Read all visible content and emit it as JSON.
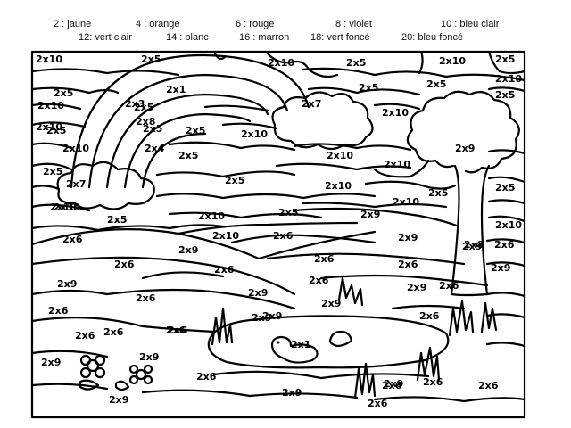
{
  "legend": [
    "2 : jaune",
    "4 :   orange",
    "6 : rouge",
    "8 : violet",
    "10 : bleu clair",
    "12: vert clair",
    "14 : blanc",
    "16 : marron",
    "18: vert foncé",
    "20: bleu foncé"
  ],
  "multiplications": [
    "2x10",
    "2x5",
    "2x10",
    "2x5",
    "2x10",
    "2x5",
    "2x10",
    "2x5",
    "2x3",
    "2x1",
    "2x5",
    "2x5",
    "2x5",
    "2x10",
    "2x8",
    "2x7",
    "2x10",
    "2x5",
    "2x10",
    "2x5",
    "2x4",
    "2x5",
    "2x10",
    "2x5",
    "2x9",
    "2x5",
    "2x10",
    "2x10",
    "2x5",
    "2x7",
    "2x10",
    "2x10",
    "2x5",
    "2x10",
    "2x5",
    "2x5",
    "2x10",
    "2x5",
    "2x10",
    "2x5",
    "2x9",
    "2x10",
    "2x10",
    "2x6",
    "2x10",
    "2x6",
    "2x9",
    "2x6",
    "2x9",
    "2x9",
    "2x8",
    "2x9",
    "2x6",
    "2x6",
    "2x6",
    "2x9",
    "2x9",
    "2x6",
    "2x9",
    "2x6",
    "2x6",
    "2x6",
    "2x6",
    "2x6",
    "2x6",
    "2x9",
    "2x6",
    "2x9",
    "2x6",
    "2x9",
    "2x1",
    "2x6",
    "2x9",
    "2x6",
    "2x9",
    "2x9",
    "2x6",
    "2x9",
    "2x6",
    "2x6",
    "2x6",
    "2x9"
  ]
}
